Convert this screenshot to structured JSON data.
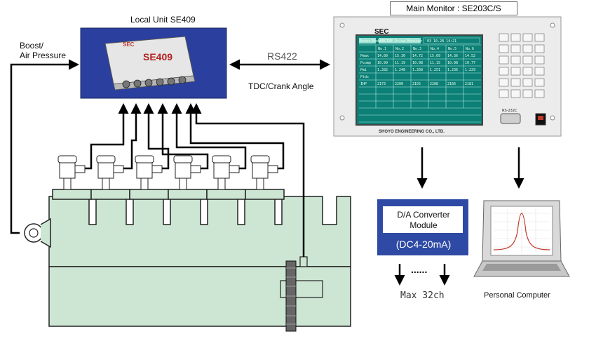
{
  "labels": {
    "local_unit": "Local Unit SE409",
    "main_monitor": "Main Monitor : SE203C/S",
    "boost_line1": "Boost/",
    "boost_line2": "Air Pressure",
    "rs422": "RS422",
    "tdc": "TDC/Crank Angle",
    "da_line1": "D/A Converter",
    "da_line2": "Module",
    "da_line3": "(DC4-20mA)",
    "ellipsis": "......",
    "max_ch": "Max 32ch",
    "pc": "Personal Computer"
  },
  "local_unit_box": {
    "brand": "SEC",
    "model": "SE409"
  },
  "monitor_panel": {
    "brand": "SEC",
    "maker": "SHOYO ENGINEERING CO., LTD.",
    "port": "RS-232C",
    "screen_tabs": [
      "Enter.Mode",
      "ENGINE Drive Monitor",
      "'03 10.28 14:21"
    ],
    "screen_columns": [
      "No.1",
      "No.2",
      "No.3",
      "No.4",
      "No.5",
      "No.6"
    ],
    "screen_rows": [
      {
        "name": "Pmax",
        "values": [
          "14.80",
          "15.30",
          "14.72",
          "15.69",
          "14.36",
          "14.52"
        ]
      },
      {
        "name": "Pcomp",
        "values": [
          "10.99",
          "11.19",
          "10.98",
          "11.15",
          "10.98",
          "10.77"
        ]
      },
      {
        "name": "Pmi",
        "values": [
          "1.282",
          "1.248",
          "1.268",
          "1.251",
          "1.236",
          "1.229"
        ]
      },
      {
        "name": "Ptdc",
        "values": [
          "",
          "",
          "",
          "",
          "",
          ""
        ]
      },
      {
        "name": "IHP",
        "values": [
          "2173",
          "2200",
          "2155",
          "2208",
          "2166",
          "2181"
        ]
      }
    ]
  },
  "colors": {
    "engine_green": "#cde6d3",
    "local_unit_blue": "#2b3f9e",
    "da_blue": "#2f4aa5",
    "screen_green": "#0c7f76"
  }
}
